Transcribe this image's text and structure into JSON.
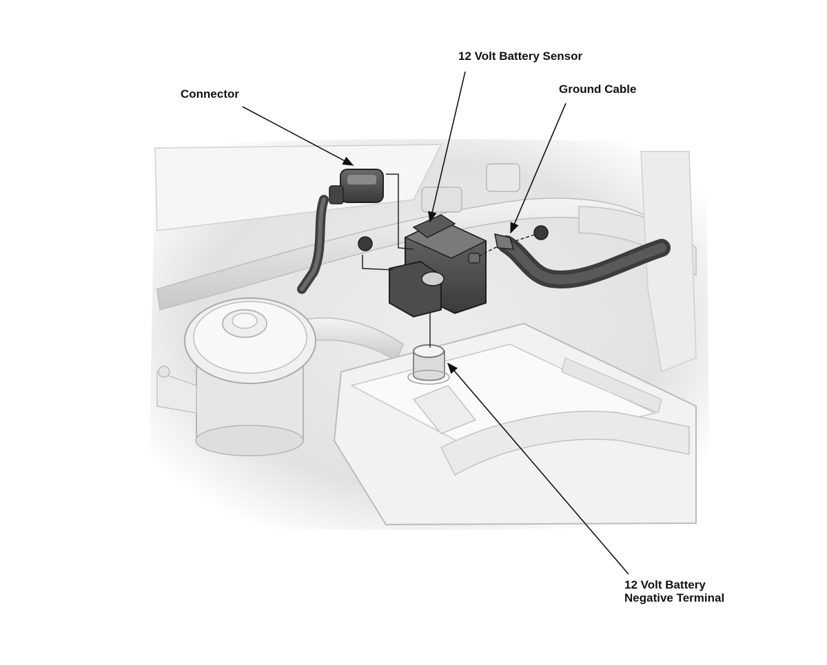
{
  "labels": {
    "sensor": "12 Volt Battery Sensor",
    "connector": "Connector",
    "ground_cable": "Ground Cable",
    "negative_terminal_line1": "12 Volt Battery",
    "negative_terminal_line2": "Negative Terminal"
  },
  "colors": {
    "background": "#ffffff",
    "line": "#111111",
    "part_dark": "#4a4a4a",
    "part_light": "#d9d9d9"
  }
}
